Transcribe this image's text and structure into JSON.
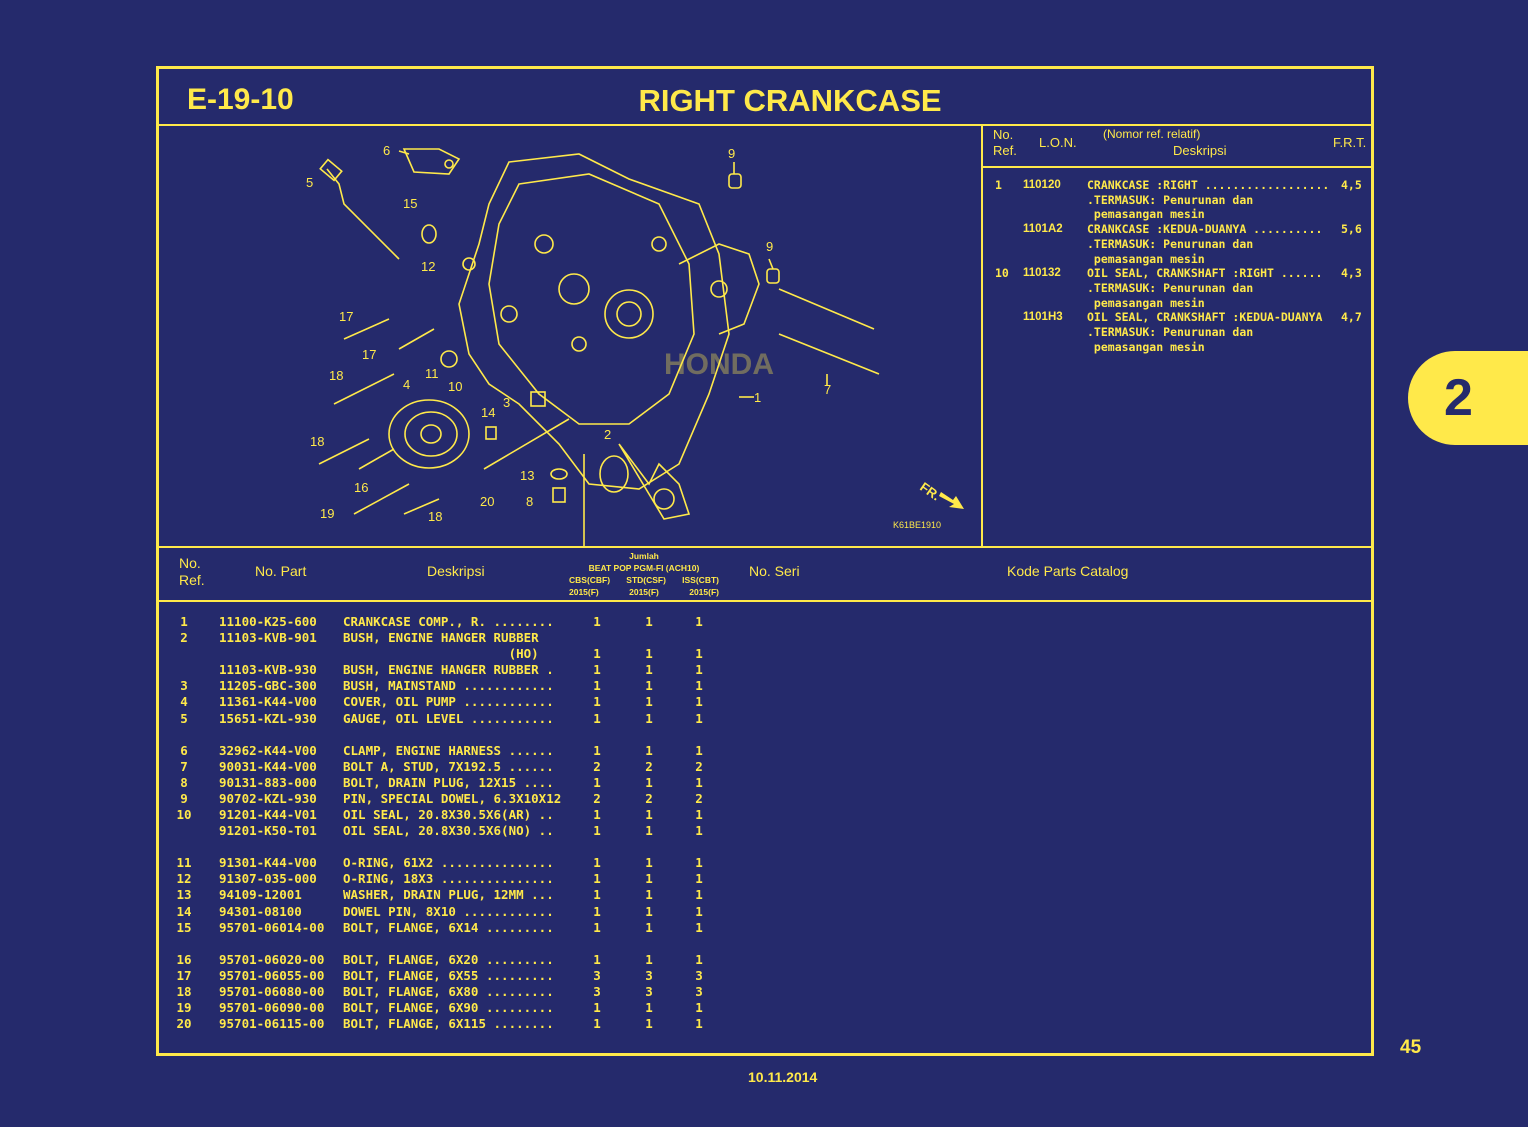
{
  "header": {
    "code": "E-19-10",
    "title": "RIGHT CRANKCASE"
  },
  "diagram": {
    "callouts": [
      "6",
      "9",
      "5",
      "15",
      "12",
      "9",
      "17",
      "17",
      "18",
      "4",
      "11",
      "10",
      "3",
      "14",
      "1",
      "7",
      "2",
      "18",
      "16",
      "13",
      "8",
      "19",
      "18",
      "20"
    ],
    "fr_label": "FR.",
    "figure_code": "K61BE1910",
    "watermark": "HONDA"
  },
  "ref_table": {
    "headers": {
      "no": "No.",
      "ref": "Ref.",
      "lon": "L.O.N.",
      "note": "(Nomor ref. relatif)",
      "desc": "Deskripsi",
      "frt": "F.R.T."
    },
    "rows": [
      {
        "no": "1",
        "lon": "110120",
        "lines": [
          "CRANKCASE :RIGHT ..................",
          ".TERMASUK: Penurunan dan",
          " pemasangan mesin"
        ],
        "frt": "4,5"
      },
      {
        "no": "",
        "lon": "1101A2",
        "lines": [
          "CRANKCASE :KEDUA-DUANYA ..........",
          ".TERMASUK: Penurunan dan",
          " pemasangan mesin"
        ],
        "frt": "5,6"
      },
      {
        "no": "10",
        "lon": "110132",
        "lines": [
          "OIL SEAL, CRANKSHAFT :RIGHT ......",
          ".TERMASUK: Penurunan dan",
          " pemasangan mesin"
        ],
        "frt": "4,3"
      },
      {
        "no": "",
        "lon": "1101H3",
        "lines": [
          "OIL SEAL, CRANKSHAFT :KEDUA-DUANYA",
          ".TERMASUK: Penurunan dan",
          " pemasangan mesin"
        ],
        "frt": "4,7"
      }
    ]
  },
  "parts_header": {
    "no": "No.",
    "ref": "Ref.",
    "part": "No. Part",
    "desc": "Deskripsi",
    "jumlah": "Jumlah",
    "model": "BEAT POP PGM-FI (ACH10)",
    "variants": [
      "CBS(CBF)",
      "STD(CSF)",
      "ISS(CBT)"
    ],
    "years": [
      "2015(F)",
      "2015(F)",
      "2015(F)"
    ],
    "seri": "No. Seri",
    "catalog": "Kode Parts Catalog"
  },
  "parts": [
    {
      "ref": "1",
      "part": "11100-K25-600",
      "desc": "CRANKCASE COMP., R. ........",
      "q": [
        "1",
        "1",
        "1"
      ]
    },
    {
      "ref": "2",
      "part": "11103-KVB-901",
      "desc": "BUSH, ENGINE HANGER RUBBER",
      "q": [
        "",
        "",
        ""
      ]
    },
    {
      "ref": "",
      "part": "",
      "desc": "                      (HO)",
      "q": [
        "1",
        "1",
        "1"
      ]
    },
    {
      "ref": "",
      "part": "11103-KVB-930",
      "desc": "BUSH, ENGINE HANGER RUBBER .",
      "q": [
        "1",
        "1",
        "1"
      ]
    },
    {
      "ref": "3",
      "part": "11205-GBC-300",
      "desc": "BUSH, MAINSTAND ............",
      "q": [
        "1",
        "1",
        "1"
      ]
    },
    {
      "ref": "4",
      "part": "11361-K44-V00",
      "desc": "COVER, OIL PUMP ............",
      "q": [
        "1",
        "1",
        "1"
      ]
    },
    {
      "ref": "5",
      "part": "15651-KZL-930",
      "desc": "GAUGE, OIL LEVEL ...........",
      "q": [
        "1",
        "1",
        "1"
      ]
    },
    {
      "gap": true
    },
    {
      "ref": "6",
      "part": "32962-K44-V00",
      "desc": "CLAMP, ENGINE HARNESS ......",
      "q": [
        "1",
        "1",
        "1"
      ]
    },
    {
      "ref": "7",
      "part": "90031-K44-V00",
      "desc": "BOLT A, STUD, 7X192.5 ......",
      "q": [
        "2",
        "2",
        "2"
      ]
    },
    {
      "ref": "8",
      "part": "90131-883-000",
      "desc": "BOLT, DRAIN PLUG, 12X15 ....",
      "q": [
        "1",
        "1",
        "1"
      ]
    },
    {
      "ref": "9",
      "part": "90702-KZL-930",
      "desc": "PIN, SPECIAL DOWEL, 6.3X10X12",
      "q": [
        "2",
        "2",
        "2"
      ]
    },
    {
      "ref": "10",
      "part": "91201-K44-V01",
      "desc": "OIL SEAL, 20.8X30.5X6(AR) ..",
      "q": [
        "1",
        "1",
        "1"
      ]
    },
    {
      "ref": "",
      "part": "91201-K50-T01",
      "desc": "OIL SEAL, 20.8X30.5X6(NO) ..",
      "q": [
        "1",
        "1",
        "1"
      ]
    },
    {
      "gap": true
    },
    {
      "ref": "11",
      "part": "91301-K44-V00",
      "desc": "O-RING, 61X2 ...............",
      "q": [
        "1",
        "1",
        "1"
      ]
    },
    {
      "ref": "12",
      "part": "91307-035-000",
      "desc": "O-RING, 18X3 ...............",
      "q": [
        "1",
        "1",
        "1"
      ]
    },
    {
      "ref": "13",
      "part": "94109-12001",
      "desc": "WASHER, DRAIN PLUG, 12MM ...",
      "q": [
        "1",
        "1",
        "1"
      ]
    },
    {
      "ref": "14",
      "part": "94301-08100",
      "desc": "DOWEL PIN, 8X10 ............",
      "q": [
        "1",
        "1",
        "1"
      ]
    },
    {
      "ref": "15",
      "part": "95701-06014-00",
      "desc": "BOLT, FLANGE, 6X14 .........",
      "q": [
        "1",
        "1",
        "1"
      ]
    },
    {
      "gap": true
    },
    {
      "ref": "16",
      "part": "95701-06020-00",
      "desc": "BOLT, FLANGE, 6X20 .........",
      "q": [
        "1",
        "1",
        "1"
      ]
    },
    {
      "ref": "17",
      "part": "95701-06055-00",
      "desc": "BOLT, FLANGE, 6X55 .........",
      "q": [
        "3",
        "3",
        "3"
      ]
    },
    {
      "ref": "18",
      "part": "95701-06080-00",
      "desc": "BOLT, FLANGE, 6X80 .........",
      "q": [
        "3",
        "3",
        "3"
      ]
    },
    {
      "ref": "19",
      "part": "95701-06090-00",
      "desc": "BOLT, FLANGE, 6X90 .........",
      "q": [
        "1",
        "1",
        "1"
      ]
    },
    {
      "ref": "20",
      "part": "95701-06115-00",
      "desc": "BOLT, FLANGE, 6X115 ........",
      "q": [
        "1",
        "1",
        "1"
      ]
    }
  ],
  "side_tab": "2",
  "page_number": "45",
  "date": "10.11.2014",
  "colors": {
    "background": "#252a6c",
    "accent": "#ffe94a"
  }
}
